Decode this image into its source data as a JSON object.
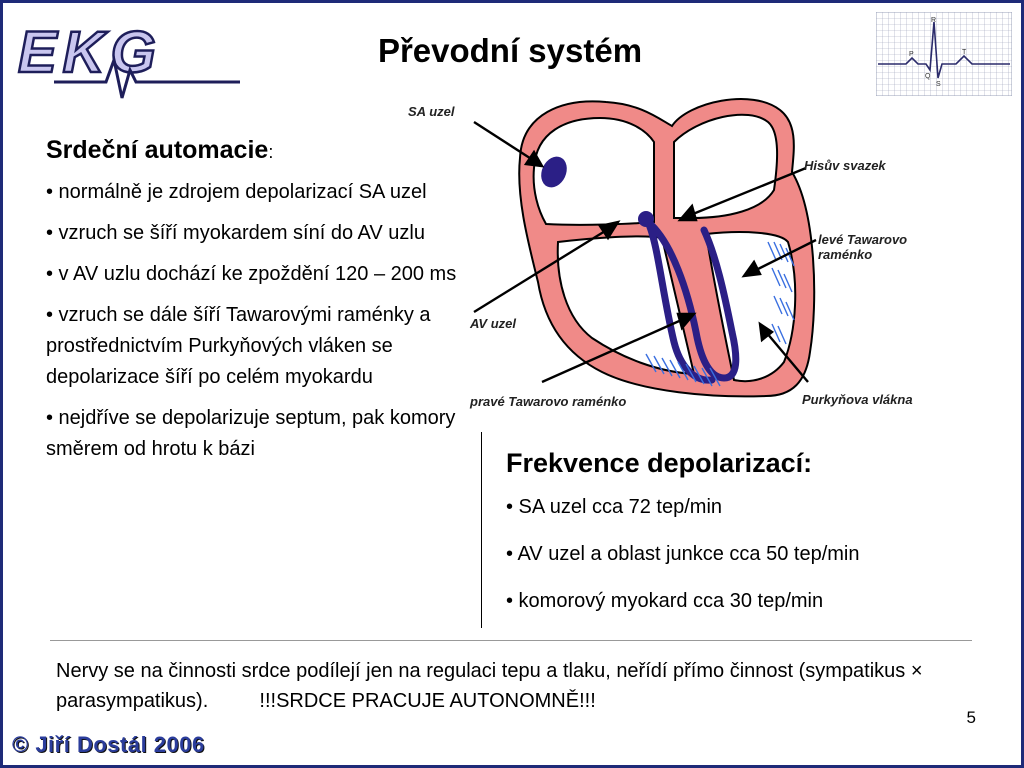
{
  "logo": {
    "text": "EKG"
  },
  "title": "Převodní systém",
  "ekg_thumb": {
    "labels": [
      "R",
      "P",
      "T",
      "Q",
      "S"
    ]
  },
  "diagram": {
    "labels": {
      "sa_uzel": "SA uzel",
      "hisuv_svazek": "Hisův svazek",
      "leve_ramenko": "levé Tawarovo raménko",
      "av_uzel": "AV uzel",
      "prave_ramenko": "pravé Tawarovo raménko",
      "purkynova_vlakna": "Purkyňova vlákna"
    },
    "colors": {
      "wall": "#f08a88",
      "outline": "#000000",
      "conduction": "#2b1f86",
      "fibers": "#3a6fe0"
    }
  },
  "left": {
    "heading": "Srdeční automacie",
    "heading_suffix": ":",
    "bullets": [
      "• normálně je zdrojem depolarizací SA uzel",
      "• vzruch se šíří myokardem síní do AV uzlu",
      "• v AV uzlu dochází ke zpoždění 120 – 200 ms",
      "• vzruch se dále šíří Tawarovými raménky a prostřednictvím Purkyňových vláken se depolarizace šíří po celém myokardu",
      "• nejdříve se depolarizuje septum, pak komory směrem od hrotu k bázi"
    ]
  },
  "right": {
    "heading": "Frekvence depolarizací:",
    "bullets": [
      "• SA uzel cca 72 tep/min",
      "• AV uzel a oblast junkce cca 50 tep/min",
      "• komorový myokard cca 30 tep/min"
    ]
  },
  "note": {
    "text": "Nervy se na činnosti srdce podílejí jen na regulaci tepu a tlaku, neřídí přímo činnost (sympatikus × parasympatikus).",
    "emphasis": "!!!SRDCE PRACUJE AUTONOMNĚ!!!"
  },
  "page_number": "5",
  "copyright": "© Jiří Dostál 2006"
}
